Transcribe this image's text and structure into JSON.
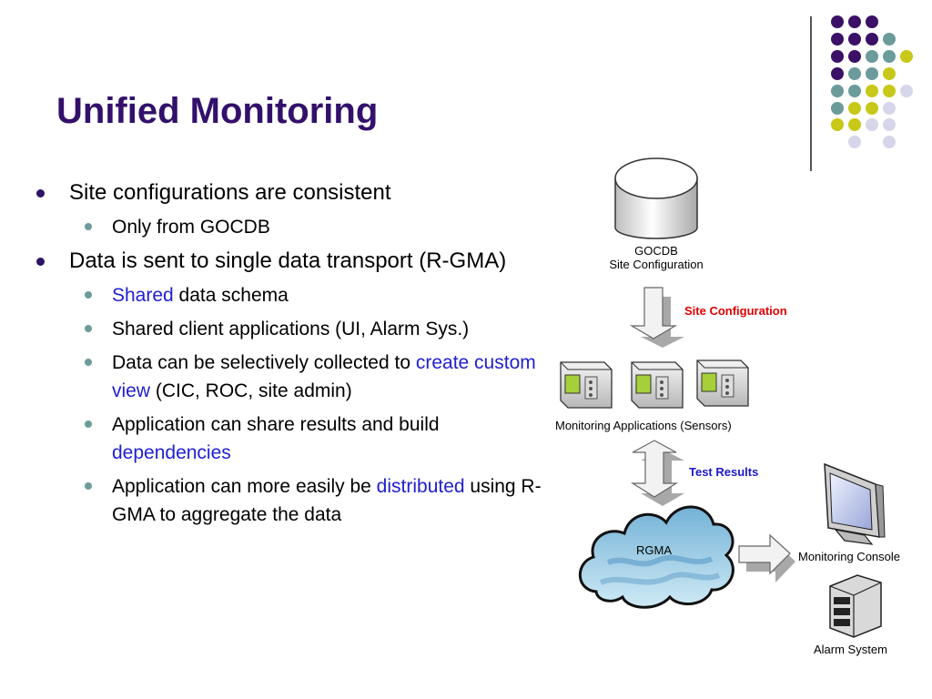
{
  "title": "Unified Monitoring",
  "colors": {
    "purple": "#3b1167",
    "teal": "#6b9b9a",
    "yellow": "#c8c818",
    "lavender": "#d6d6ea",
    "link": "#2020d0",
    "red": "#e00000"
  },
  "bullets": [
    {
      "text": "Site configurations are consistent",
      "sub": [
        {
          "text": "Only from GOCDB"
        }
      ]
    },
    {
      "text": "Data is sent to single data transport (R-GMA)",
      "sub": [
        {
          "link1": "Shared",
          "text1": " data schema"
        },
        {
          "text1": "Shared client applications (UI, Alarm Sys.)"
        },
        {
          "text1": "Data can be selectively collected to ",
          "link1": "create custom view",
          "text2": " (CIC, ROC, site admin)"
        },
        {
          "text1": "Application can share results and build ",
          "link1": "dependencies"
        },
        {
          "text1": "Application can more easily be ",
          "link1": "distributed",
          "text2": " using R-GMA to aggregate the data"
        }
      ]
    }
  ],
  "diagram": {
    "gocdb_line1": "GOCDB",
    "gocdb_line2": "Site Configuration",
    "arrow1_label": "Site Configuration",
    "sensors_label": "Monitoring Applications (Sensors)",
    "arrow2_label": "Test Results",
    "rgma_label": "RGMA",
    "console_label": "Monitoring Console",
    "alarm_label": "Alarm System",
    "icons": [
      "database-icon",
      "sensor-device-icon",
      "cloud-icon",
      "monitor-icon",
      "server-icon"
    ]
  }
}
